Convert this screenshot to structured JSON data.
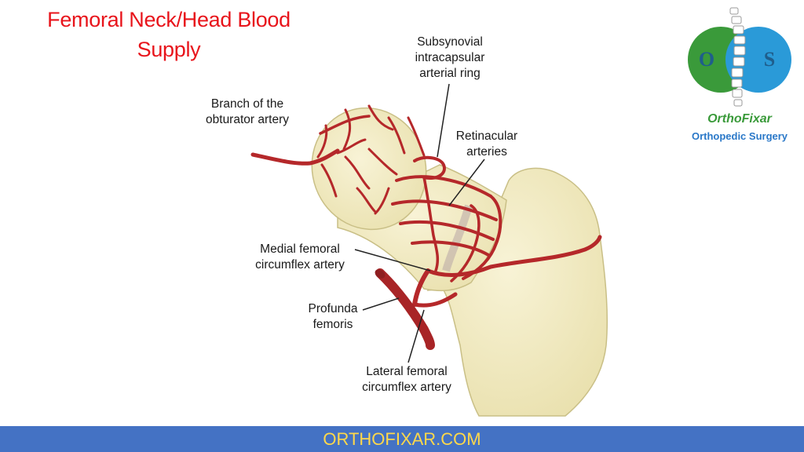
{
  "title": "Femoral Neck/Head Blood Supply",
  "labels": {
    "subsynovial": [
      "Subsynovial",
      "intracapsular",
      "arterial ring"
    ],
    "obturator": [
      "Branch of the",
      "obturator artery"
    ],
    "retinacular": [
      "Retinacular",
      "arteries"
    ],
    "medial": [
      "Medial femoral",
      "circumflex artery"
    ],
    "profunda": [
      "Profunda",
      "femoris"
    ],
    "lateral": [
      "Lateral femoral",
      "circumflex artery"
    ]
  },
  "logo": {
    "name": "OrthoFixar",
    "subtitle": "Orthopedic Surgery",
    "letters": [
      "O",
      "S"
    ]
  },
  "footer": {
    "text": "ORTHOFIXAR.COM"
  },
  "colors": {
    "title": "#e8141b",
    "artery": "#b5282a",
    "bone": "#f3edc4",
    "footer_bg": "#4472c4",
    "footer_text": "#ffd84a",
    "logo_green": "#3a9a3a",
    "logo_blue": "#2a9ad8"
  }
}
